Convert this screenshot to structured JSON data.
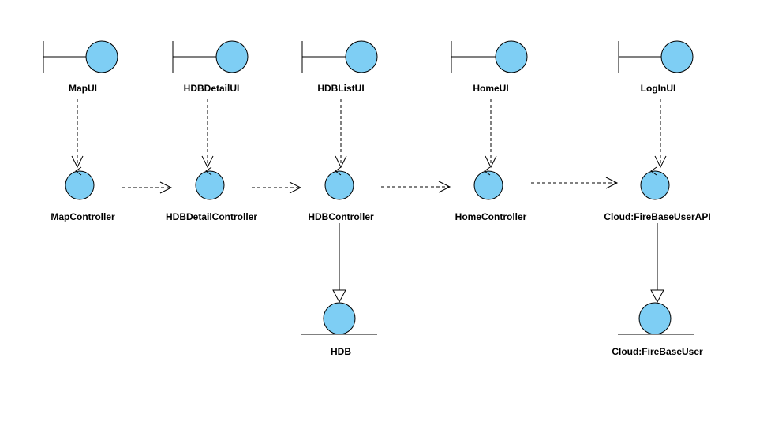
{
  "diagram": {
    "colors": {
      "fill": "#7ecef4",
      "stroke": "#000000",
      "background": "#ffffff"
    },
    "boundaries": {
      "map_ui": "MapUI",
      "hdb_detail_ui": "HDBDetailUI",
      "hdb_list_ui": "HDBListUI",
      "home_ui": "HomeUI",
      "login_ui": "LogInUI"
    },
    "controls": {
      "map_controller": "MapController",
      "hdb_detail_controller": "HDBDetailController",
      "hdb_controller": "HDBController",
      "home_controller": "HomeController",
      "firebase_user_api": "Cloud:FireBaseUserAPI"
    },
    "entities": {
      "hdb": "HDB",
      "firebase_user": "Cloud:FireBaseUser"
    }
  }
}
